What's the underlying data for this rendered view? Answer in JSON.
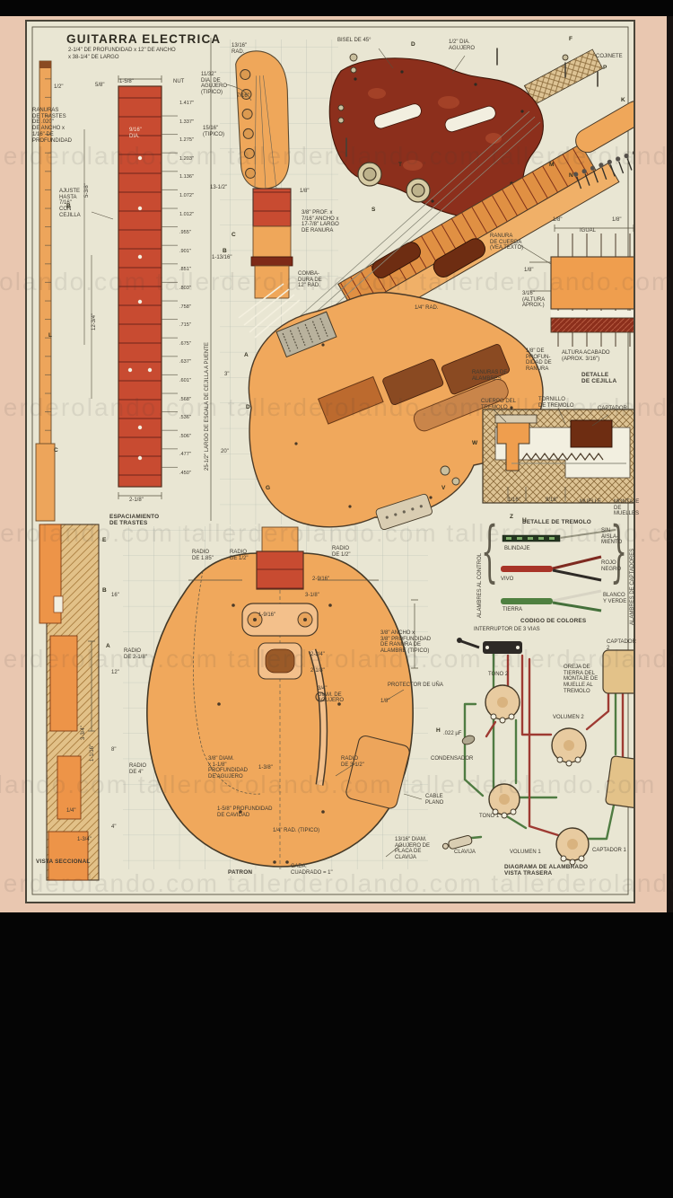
{
  "palette": {
    "paper": "#e9e6d3",
    "surround": "#e9c7b0",
    "fretboard_red": "#c84b31",
    "wood_orange": "#efa75a",
    "pickguard": "#8c2f1c",
    "ink": "#3d3930",
    "wire_red": "#9e3a32",
    "wire_green": "#4f7c42",
    "tan": "#e3c289"
  },
  "watermark": {
    "row": "tallerderolando.com      tallerderolando.com      tallerderolando.com"
  },
  "title_block": {
    "title": "GUITARRA ELECTRICA",
    "subtitle": "2-1/4\" DE PROFUNDIDAD x 12\" DE ANCHO\nx 38-1/4\" DE LARGO"
  },
  "left": {
    "d_half": "1/2\"",
    "d_58": "5/8\"",
    "d_158": "1-5/8\"",
    "nut": "NUT",
    "hole": "11/32\"\nDIA. DE\nAGUJERO\n(TIPICO)",
    "fret_slots": "RANURAS\nDE TRASTES\nDE .020\"\nDE ANCHO x\n1/16\" DE\nPROFUNDIDAD",
    "ajuste": "AJUSTE\nHASTA\n7/16\"\nCON\nCEJILLA",
    "tuner_dia": "9/16\"\nDIA.",
    "tipico_1516": "15/16\"\n(TIPICO)",
    "d_1312": "13-1/2\"",
    "d_11316": "1-13/16\"",
    "d_538": "5-3/8\"",
    "d_1234": "12-3/4\"",
    "d_20": "20\"",
    "d_3": "3\"",
    "scale_note": "25-1/2\" LARGO DE ESCALA DE CEJILLA A PUENTE",
    "width": "2-1/8\"",
    "caption": "ESPACIAMIENTO\nDE TRASTES",
    "fret_values": [
      "1.417\"",
      "1.337\"",
      "1.275\"",
      "1.203\"",
      "1.136\"",
      "1.072\"",
      "1.012\"",
      ".955\"",
      ".901\"",
      ".851\"",
      ".803\"",
      ".758\"",
      ".715\"",
      ".675\"",
      ".637\"",
      ".601\"",
      ".568\"",
      ".536\"",
      ".506\"",
      ".477\"",
      ".450\""
    ],
    "grid_scale": [
      "16\"",
      "12\"",
      "8\"",
      "4\""
    ]
  },
  "headstock": {
    "rad": "13/16\"\nRAD.",
    "d_716": "7/16\"",
    "d_18": "1/8\"",
    "truss_slot": "3/8\" PROF. x\n7/16\" ANCHO x\n17-7/8\" LARGO\nDE RANURA",
    "comba": "COMBA-\nDURA DE\n12\" RAD."
  },
  "exploded": {
    "bisel": "BISEL DE 45°",
    "hole": "1/2\" DIA.\nAGUJERO",
    "cojinete": "COJINETE"
  },
  "nut_detail": {
    "ranura_cuerda": "RANURA\nDE CUERDA\n(VEA TEXTO)",
    "d18_left": "1/8\"",
    "d18_right": "1/8\"",
    "igual": "IGUAL",
    "d18_side": "1/8\"",
    "altura_316": "3/16\"\n(ALTURA\nAPROX.)",
    "ranuras_alambres": "RANURAS DE\nALAMBRES",
    "prof_ranura": "1/8\" DE\nPROFUN-\nDIDAD DE\nRANURA",
    "altura_acabado": "ALTURA ACABADO\n(APROX. 3/16\")",
    "caption": "DETALLE\nDE CEJILLA"
  },
  "tremolo_detail": {
    "cuerpo": "CUERPO DEL\nTREMOLO",
    "tornillo": "TORNILLO\nDE TREMOLO",
    "captador": "CAPTADOR",
    "d_116": "1/16\"",
    "d_916": "9/16\"",
    "muelle": "MUELLE",
    "montaje": "MONTAJE\nDE\nMUELLES",
    "caption": "DETALLE DE TREMOLO"
  },
  "color_code": {
    "blindaje": "BLINDAJE",
    "vivo": "VIVO",
    "tierra": "TIERRA",
    "sin_aislamiento": "SIN\nAISLA-\nMIENTO",
    "rojo_negro": "ROJO\nNEGRO",
    "blanco_verde": "BLANCO\nY VERDE",
    "alambres_control": "ALAMBRES AL CONTROL",
    "alambres_captadores": "ALAMBRES DE CAPTADORES",
    "caption": "CODIGO DE COLORES",
    "brace_l": "{",
    "brace_r": "}"
  },
  "wiring": {
    "interruptor": "INTERRUPTOR DE 3 VIAS",
    "tono2": "TONO 2",
    "oreja": "OREJA DE\nTIERRA DEL\nMONTAJE DE\nMUELLE AL\nTREMOLO",
    "captador2": "CAPTADOR 2",
    "volumen2": "VOLUMEN 2",
    "condensador_valor": ".022 µF",
    "condensador": "CONDENSADOR",
    "tono1": "TONO 1",
    "clavija": "CLAVIJA",
    "volumen1": "VOLUMEN 1",
    "captador1": "CAPTADOR 1",
    "caption": "DIAGRAMA DE ALAMBRADO\nVISTA TRASERA"
  },
  "plan": {
    "radio_185": "RADIO\nDE 1.85\"",
    "radio_12_a": "RADIO\nDE 1/2\"",
    "radio_12_b": "RADIO\nDE 1/2\"",
    "d_2916": "2-9/16\"",
    "d_1916": "1-9/16\"",
    "d_318": "3-1/8\"",
    "d_234": "2-3/4\"",
    "d_218": "2-1/8\"",
    "agujero_34": "3/4\"\nDIAM. DE\nAGUJERO",
    "ranura_alambre": "3/8\" ANCHO x\n3/8\" PROFUNDIDAD\nDE RANURA DE\nALAMBRE (TIPICO)",
    "protector": "PROTECTOR DE UÑA",
    "d_18": "1/8\"",
    "radio_312": "RADIO\nDE 3-1/2\"",
    "cable_plano": "CABLE\nPLANO",
    "radio_218": "RADIO\nDE 2-1/8\"",
    "radio_4": "RADIO\nDE 4\"",
    "agujero_118": "3/8\" DIAM.\nx 1-1/8\"\nPROFUNDIDAD\nDE AGUJERO",
    "d_138": "1-3/8\"",
    "prof_cavidad": "1-5/8\" PROFUNDIDAD\nDE CAVIDAD",
    "rad_14": "1/4\" RAD. (TIPICO)",
    "placa_clavija": "13/16\" DIAM.\nAGUJERO DE\nPLACA DE\nCLAVIJA",
    "patron": "PATRON",
    "cuadrado": "CADA\nCUADRADO = 1\"",
    "rad_14b": "1/4\" RAD."
  },
  "sectional": {
    "caption": "VISTA SECCIONAL",
    "d_334": "3-3/4\"",
    "d_1116": "1-1/16\"",
    "d_14": "1/4\"",
    "d_134": "1-3/4\""
  },
  "markers": [
    "B",
    "L",
    "C",
    "E",
    "B",
    "A",
    "C",
    "B",
    "A",
    "D",
    "G",
    "D",
    "F",
    "P",
    "K",
    "M",
    "N",
    "T",
    "S",
    "V",
    "Z",
    "U",
    "W",
    "H"
  ]
}
